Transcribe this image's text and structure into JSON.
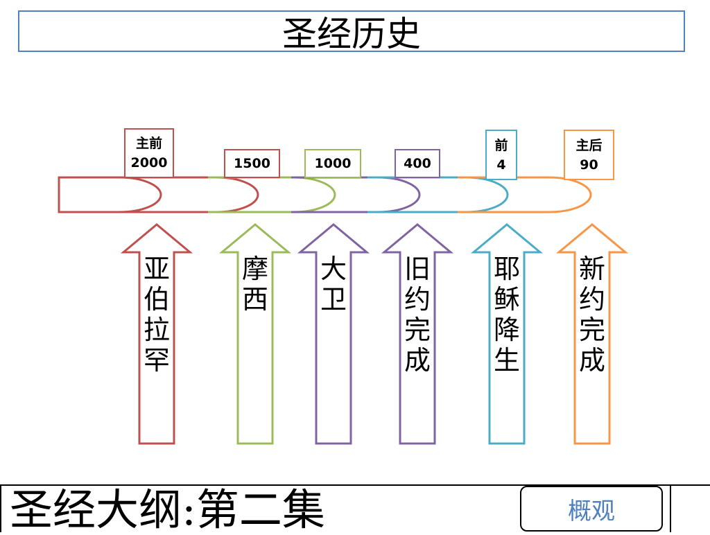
{
  "title": "圣经历史",
  "colors": {
    "red": "#c0504d",
    "green": "#9bbb59",
    "purple": "#8064a2",
    "cyan": "#4bacc6",
    "orange": "#f79646",
    "title_border": "#4f81bd"
  },
  "dates": [
    {
      "line1": "主前",
      "line2": "2000",
      "color": "red"
    },
    {
      "line1": "",
      "line2": "1500",
      "color": "red"
    },
    {
      "line1": "",
      "line2": "1000",
      "color": "green"
    },
    {
      "line1": "",
      "line2": "400",
      "color": "purple"
    },
    {
      "line1": "前",
      "line2": "4",
      "color": "cyan"
    },
    {
      "line1": "主后",
      "line2": "90",
      "color": "orange"
    }
  ],
  "events": [
    {
      "label": "亚伯拉罕",
      "color": "red"
    },
    {
      "label": "摩西",
      "color": "green"
    },
    {
      "label": "大卫",
      "color": "purple"
    },
    {
      "label": "旧约完成",
      "color": "purple"
    },
    {
      "label": "耶稣降生",
      "color": "cyan"
    },
    {
      "label": "新约完成",
      "color": "orange"
    }
  ],
  "footer": {
    "title": "圣经大纲:第二集",
    "overview_button": "概观"
  }
}
